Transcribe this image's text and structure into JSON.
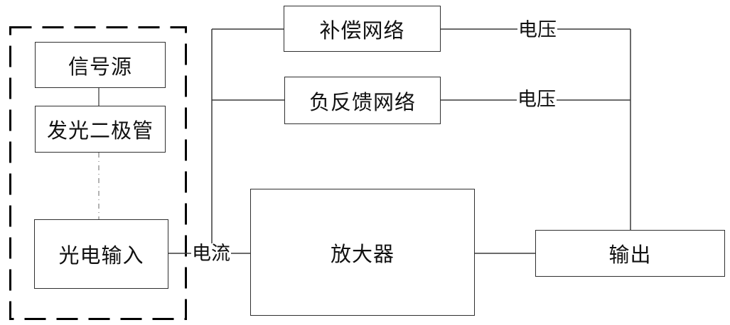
{
  "diagram": {
    "boxes": {
      "signal_source": "信号源",
      "led": "发光二极管",
      "photo_input": "光电输入",
      "compensation_network": "补偿网络",
      "negative_feedback_network": "负反馈网络",
      "amplifier": "放大器",
      "output": "输出"
    },
    "wire_labels": {
      "voltage_top": "电压",
      "voltage_middle": "电压",
      "current": "电流"
    },
    "colors": {
      "wire": "#3a3a3a",
      "box_border": "#2f2f2f",
      "dashed_group_border": "#000000",
      "dash_dot_wire": "#8a8a8a",
      "text": "#111111",
      "background": "#ffffff"
    }
  }
}
